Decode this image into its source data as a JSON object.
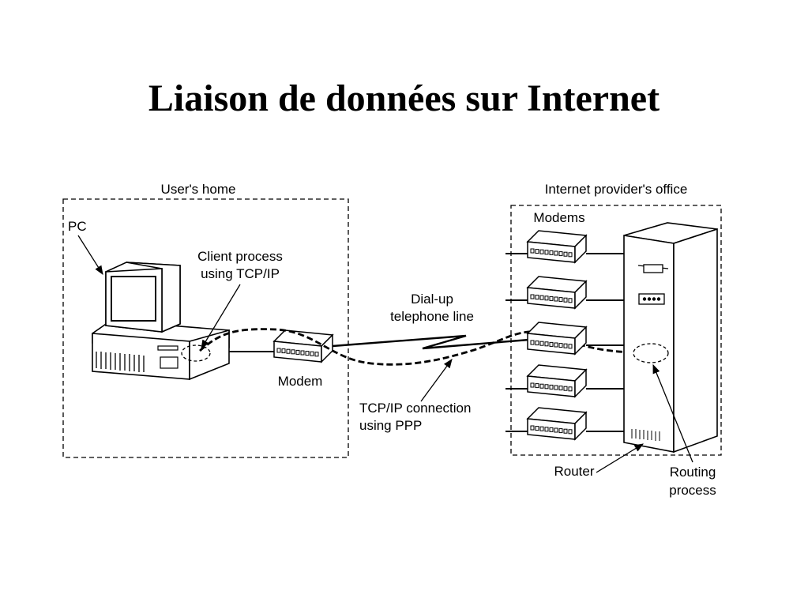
{
  "title": "Liaison de données sur Internet",
  "labels": {
    "users_home": "User's home",
    "provider_office": "Internet provider's office",
    "pc": "PC",
    "client_process_1": "Client process",
    "client_process_2": "using TCP/IP",
    "modem": "Modem",
    "modems": "Modems",
    "dialup_1": "Dial-up",
    "dialup_2": "telephone line",
    "tcpip_1": "TCP/IP connection",
    "tcpip_2": "using PPP",
    "router": "Router",
    "routing_1": "Routing",
    "routing_2": "process"
  }
}
